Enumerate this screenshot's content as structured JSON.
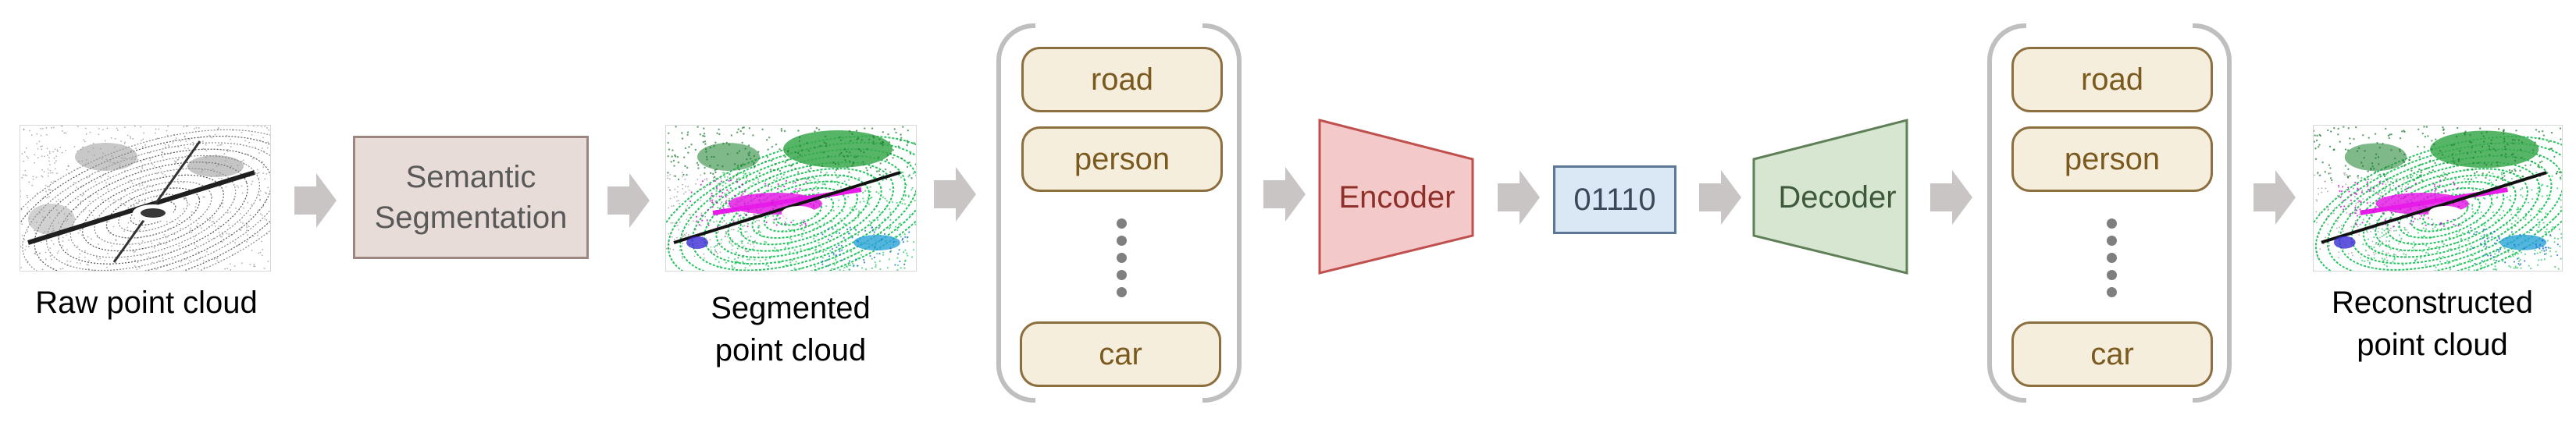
{
  "captions": {
    "raw": "Raw point cloud",
    "segmented": [
      "Segmented",
      "point cloud"
    ],
    "reconstructed": [
      "Reconstructed",
      "point cloud"
    ]
  },
  "segmentation_box": {
    "lines": [
      "Semantic",
      "Segmentation"
    ]
  },
  "class_list_left": {
    "items": [
      "road",
      "person",
      "car"
    ]
  },
  "class_list_right": {
    "items": [
      "road",
      "person",
      "car"
    ]
  },
  "encoder": {
    "label": "Encoder"
  },
  "bitstream": {
    "label": "01110"
  },
  "decoder": {
    "label": "Decoder"
  },
  "colors": {
    "arrow": "#c9c5c4",
    "segmentation_fill": "#e7dcd8",
    "segmentation_border": "#9b8680",
    "class_fill": "#f6eedd",
    "class_border": "#8c6f3f",
    "class_text": "#7a5a1f",
    "encoder_fill": "#f4c9c9",
    "encoder_border": "#c0504d",
    "encoder_text": "#8e2f2a",
    "code_fill": "#dae8f6",
    "code_border": "#5b7896",
    "decoder_fill": "#d6e6d1",
    "decoder_border": "#5f7f57",
    "decoder_text": "#3f5a3a",
    "bracket": "#bfbfbf",
    "road_green": "#22c55e",
    "person_magenta": "#e81ce8",
    "vegetation_green": "#3aa84c"
  },
  "icons": {
    "flow_arrow": "chevron-arrow-icon",
    "ellipsis": "vertical-dots-icon"
  }
}
